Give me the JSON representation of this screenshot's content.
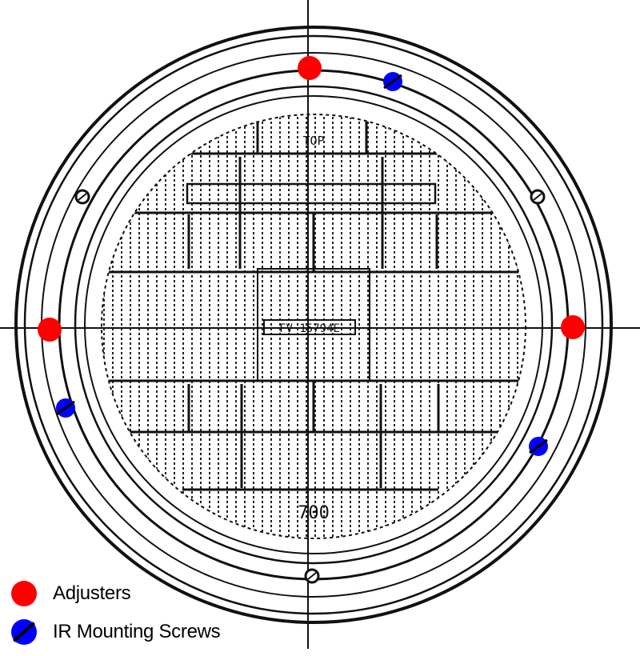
{
  "drawing": {
    "top_label": "TOP",
    "center_code": "FV 15794E",
    "bottom_number": "700"
  },
  "legend": {
    "adjusters": {
      "label": "Adjusters",
      "color": "#ff0000",
      "icon": "red-dot"
    },
    "ir_screws": {
      "label": "IR Mounting Screws",
      "color": "#0000ff",
      "icon": "blue-dot-slash"
    }
  }
}
